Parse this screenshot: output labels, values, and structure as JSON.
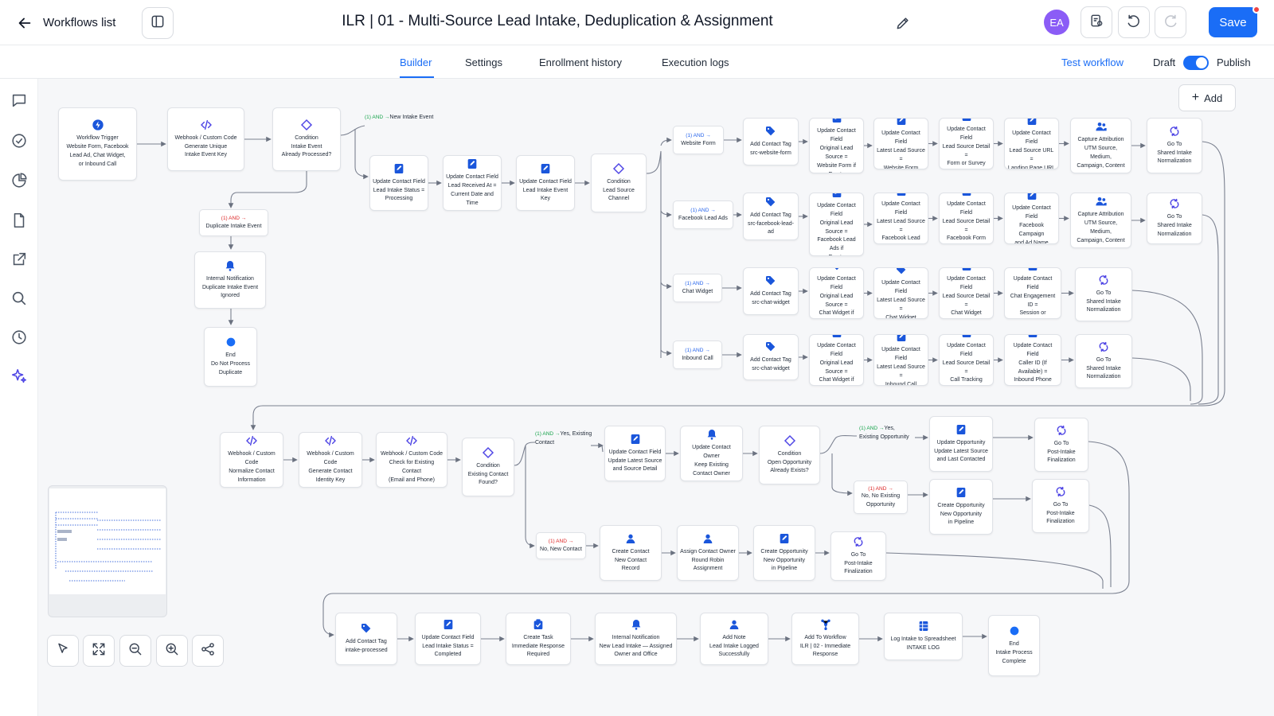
{
  "header": {
    "back_label": "Workflows list",
    "title": "ILR | 01 - Multi-Source Lead Intake, Deduplication & Assignment",
    "avatar_initials": "EA",
    "avatar_color": "#8b5cf6",
    "save_label": "Save",
    "accent_color": "#1a6df6"
  },
  "tabs": {
    "builder": "Builder",
    "settings": "Settings",
    "enrollment": "Enrollment history",
    "execution": "Execution logs",
    "active": "builder"
  },
  "toolbar_right": {
    "test_label": "Test workflow",
    "draft_label": "Draft",
    "publish_label": "Publish",
    "publish_on": true
  },
  "canvas": {
    "add_label": "Add"
  },
  "nodes": {
    "n1": {
      "icon": "bolt-icon",
      "text": "Workflow Trigger\nWebsite Form, Facebook\nLead Ad, Chat Widget,\nor Inbound Call"
    },
    "n2": {
      "icon": "code-icon",
      "text": "Webhook / Custom Code\nGenerate Unique\nIntake Event Key"
    },
    "n3": {
      "icon": "diamond-icon",
      "text": "Condition\nIntake Event\nAlready Processed?"
    },
    "n4": {
      "icon": "edit-field-icon",
      "text": "Update Contact Field\nLead Intake Status =\nProcessing"
    },
    "n5": {
      "icon": "edit-field-icon",
      "text": "Update Contact Field\nLead Received At =\nCurrent Date and Time"
    },
    "n6": {
      "icon": "edit-field-icon",
      "text": "Update Contact Field\nLead Intake Event Key"
    },
    "n7": {
      "icon": "diamond-icon",
      "text": "Condition\nLead Source\nChannel"
    },
    "n8": {
      "icon": "bell-icon",
      "text": "Internal Notification\nDuplicate Intake Event\nIgnored"
    },
    "n9": {
      "icon": "circle-icon",
      "text": "End\nDo Not Process\nDuplicate"
    },
    "w1": {
      "icon": "tag-icon",
      "text": "Add Contact Tag\nsrc-website-form"
    },
    "w2": {
      "icon": "edit-field-icon",
      "text": "Update Contact Field\nOriginal Lead Source =\nWebsite Form if Empty"
    },
    "w3": {
      "icon": "edit-field-icon",
      "text": "Update Contact Field\nLatest Lead Source =\nWebsite Form"
    },
    "w4": {
      "icon": "edit-field-icon",
      "text": "Update Contact Field\nLead Source Detail =\nForm or Survey Name"
    },
    "w5": {
      "icon": "edit-field-icon",
      "text": "Update Contact Field\nLead Source URL =\nLanding Page URL"
    },
    "w6": {
      "icon": "users-icon",
      "text": "Capture Attribution\nUTM Source, Medium,\nCampaign, Content"
    },
    "w7": {
      "icon": "goto-icon",
      "text": "Go To\nShared Intake\nNormalization"
    },
    "f1": {
      "icon": "tag-icon",
      "text": "Add Contact Tag\nsrc-facebook-lead-ad"
    },
    "f2": {
      "icon": "edit-field-icon",
      "text": "Update Contact Field\nOriginal Lead Source =\nFacebook Lead Ads if\nEmpty"
    },
    "f3": {
      "icon": "edit-field-icon",
      "text": "Update Contact Field\nLatest Lead Source =\nFacebook Lead Ads"
    },
    "f4": {
      "icon": "edit-field-icon",
      "text": "Update Contact Field\nLead Source Detail =\nFacebook Form Name"
    },
    "f5": {
      "icon": "edit-field-icon",
      "text": "Update Contact Field\nFacebook Campaign\nand Ad Name"
    },
    "f6": {
      "icon": "users-icon",
      "text": "Capture Attribution\nUTM Source, Medium,\nCampaign, Content"
    },
    "f7": {
      "icon": "goto-icon",
      "text": "Go To\nShared Intake\nNormalization"
    },
    "c1": {
      "icon": "tag-icon",
      "text": "Add Contact Tag\nsrc-chat-widget"
    },
    "c2": {
      "icon": "tag-icon",
      "text": "Update Contact Field\nOriginal Lead Source =\nChat Widget if Empty"
    },
    "c3": {
      "icon": "tag-icon",
      "text": "Update Contact Field\nLatest Lead Source =\nChat Widget"
    },
    "c4": {
      "icon": "edit-field-icon",
      "text": "Update Contact Field\nLead Source Detail =\nChat Widget Session"
    },
    "c5": {
      "icon": "edit-field-icon",
      "text": "Update Contact Field\nChat Engagement ID =\nSession or Transcript ID"
    },
    "c6": {
      "icon": "goto-icon",
      "text": "Go To\nShared Intake\nNormalization"
    },
    "i1": {
      "icon": "tag-icon",
      "text": "Add Contact Tag\nsrc-chat-widget"
    },
    "i2": {
      "icon": "edit-field-icon",
      "text": "Update Contact Field\nOriginal Lead Source =\nChat Widget if Empty"
    },
    "i3": {
      "icon": "edit-field-icon",
      "text": "Update Contact Field\nLatest Lead Source =\nInbound Call"
    },
    "i4": {
      "icon": "edit-field-icon",
      "text": "Update Contact Field\nLead Source Detail =\nCall Tracking Number"
    },
    "i5": {
      "icon": "edit-field-icon",
      "text": "Update Contact Field\nCaller ID (If Available) =\nInbound Phone Number"
    },
    "i6": {
      "icon": "goto-icon",
      "text": "Go To\nShared Intake\nNormalization"
    },
    "s1": {
      "icon": "code-icon",
      "text": "Webhook / Custom Code\nNormalize Contact\nInformation"
    },
    "s2": {
      "icon": "code-icon",
      "text": "Webhook / Custom Code\nGenerate Contact\nIdentity Key"
    },
    "s3": {
      "icon": "code-icon",
      "text": "Webhook / Custom Code\nCheck for Existing Contact\n(Email and Phone)"
    },
    "s4": {
      "icon": "diamond-icon",
      "text": "Condition\nExisting Contact\nFound?"
    },
    "y1": {
      "icon": "edit-field-icon",
      "text": "Update Contact Field\nUpdate Latest Source\nand Source Detail"
    },
    "y2": {
      "icon": "bell-icon",
      "text": "Update Contact Owner\nKeep Existing\nContact Owner"
    },
    "y3": {
      "icon": "diamond-icon",
      "text": "Condition\nOpen Opportunity\nAlready Exists?"
    },
    "o1": {
      "icon": "edit-field-icon",
      "text": "Update Opportunity\nUpdate Latest Source\nand Last Contacted"
    },
    "o2": {
      "icon": "goto-icon",
      "text": "Go To\nPost-Intake\nFinalization"
    },
    "o3": {
      "icon": "edit-field-icon",
      "text": "Create Opportunity\nNew Opportunity\nin Pipeline"
    },
    "o4": {
      "icon": "goto-icon",
      "text": "Go To\nPost-Intake\nFinalization"
    },
    "nc1": {
      "icon": "user-icon",
      "text": "Create Contact\nNew Contact\nRecord"
    },
    "nc2": {
      "icon": "user-icon",
      "text": "Assign Contact Owner\nRound Robin\nAssignment"
    },
    "nc3": {
      "icon": "edit-field-icon",
      "text": "Create Opportunity\nNew Opportunity\nin Pipeline"
    },
    "nc4": {
      "icon": "goto-icon",
      "text": "Go To\nPost-Intake\nFinalization"
    },
    "b1": {
      "icon": "tag-icon",
      "text": "Add Contact Tag\nintake-processed"
    },
    "b2": {
      "icon": "edit-field-icon",
      "text": "Update Contact Field\nLead Intake Status =\nCompleted"
    },
    "b3": {
      "icon": "task-icon",
      "text": "Create Task\nImmediate Response\nRequired"
    },
    "b4": {
      "icon": "bell-icon",
      "text": "Internal Notification\nNew Lead Intake — Assigned\nOwner and Office"
    },
    "b5": {
      "icon": "user-icon",
      "text": "Add Note\nLead Intake Logged\nSuccessfully"
    },
    "b6": {
      "icon": "workflow-icon",
      "text": "Add To Workflow\nILR | 02 - Immediate\nResponse"
    },
    "b7": {
      "icon": "sheet-icon",
      "text": "Log Intake to Spreadsheet\nINTAKE LOG"
    },
    "b8": {
      "icon": "circle-icon",
      "text": "End\nIntake Process\nComplete"
    }
  },
  "branches": {
    "new_intake": {
      "pre": "(1) AND →",
      "text": "New Intake Event"
    },
    "duplicate": {
      "pre": "(1) AND →",
      "text": "Duplicate Intake Event"
    },
    "website": {
      "pre": "(1) AND →",
      "text": "Website Form"
    },
    "facebook": {
      "pre": "(1) AND →",
      "text": "Facebook Lead Ads"
    },
    "chat": {
      "pre": "(1) AND →",
      "text": "Chat Widget"
    },
    "inbound": {
      "pre": "(1) AND →",
      "text": "Inbound Call"
    },
    "yes_contact": {
      "pre": "(1) AND →",
      "text": "Yes, Existing Contact"
    },
    "no_contact": {
      "pre": "(1) AND →",
      "text": "No, New Contact"
    },
    "yes_opp": {
      "pre": "(1) AND →",
      "text": "Yes, Existing\nOpportunity"
    },
    "no_opp": {
      "pre": "(1) AND →",
      "text": "No, No Existing\nOpportunity"
    }
  },
  "colors": {
    "icon_blue": "#1a56db",
    "branch_green": "#16a34a",
    "branch_blue": "#2563eb",
    "branch_red": "#dc2626",
    "edge": "#6b7280"
  }
}
